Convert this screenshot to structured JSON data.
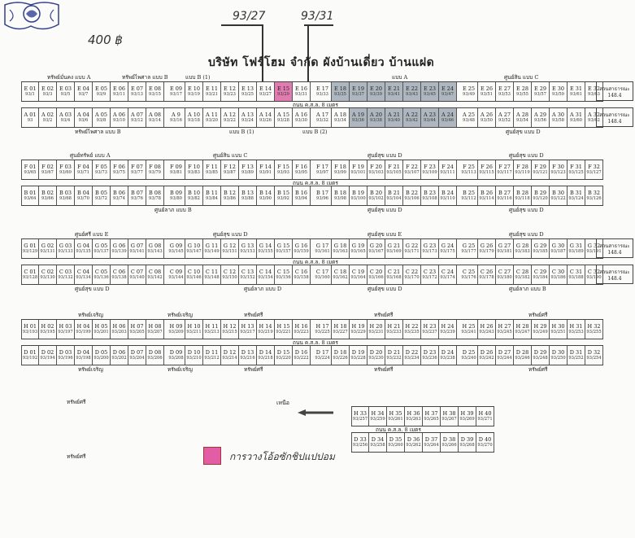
{
  "header": {
    "title": "บริษัท โฟร์โฮม จำกัด  ผังบ้านเดี่ยว บ้านแฝด",
    "handwritten_price": "400 ฿",
    "handwritten_note_1": "93/27",
    "handwritten_note_2": "93/31"
  },
  "legend": {
    "color": "#e35ca6",
    "text": "การวางโอ้อซักชิปแปปอม"
  },
  "north_label": "เหนือ",
  "road_label": "ถนน ค.ส.ล. 8 เมตร",
  "blocks": [
    {
      "top_labels": [
        "ทรัพย์มั่นคง แบบ A",
        "ทรัพย์ไพศาล แบบ B",
        "แบบ B (1)",
        "แบบ A",
        "ศูนย์สิน แบบ C"
      ],
      "rows": [
        {
          "lots": [
            "E 01",
            "E 02",
            "E 03",
            "E 04",
            "E 05",
            "E 06",
            "E 07",
            "E 08",
            "E 09",
            "E 10",
            "E 11",
            "E 12",
            "E 13",
            "E 14",
            "E 15",
            "E 16",
            "E 17",
            "E 18",
            "E 19",
            "E 20",
            "E 21",
            "E 22",
            "E 23",
            "E 24",
            "E 25",
            "E 26",
            "E 27",
            "E 28",
            "E 29",
            "E 30",
            "E 31",
            "E 32"
          ],
          "nums": [
            "93/1",
            "93/3",
            "93/5",
            "93/7",
            "93/9",
            "93/11",
            "93/13",
            "93/15",
            "93/17",
            "93/19",
            "93/21",
            "93/23",
            "93/25",
            "93/27",
            "93/29",
            "93/31",
            "93/33",
            "93/35",
            "93/37",
            "93/39",
            "93/41",
            "93/43",
            "93/45",
            "93/47",
            "93/49",
            "93/51",
            "93/53",
            "93/55",
            "93/57",
            "93/59",
            "93/61",
            "93/63"
          ]
        },
        {
          "lots": [
            "A 01",
            "A 02",
            "A 03",
            "A 04",
            "A 05",
            "A 06",
            "A 07",
            "A 08",
            "A 9",
            "A 10",
            "A 11",
            "A 12",
            "A 13",
            "A 14",
            "A 15",
            "A 16",
            "A 17",
            "A 18",
            "A 19",
            "A 20",
            "A 21",
            "A 22",
            "A 23",
            "A 24",
            "A 25",
            "A 26",
            "A 27",
            "A 28",
            "A 29",
            "A 30",
            "A 31",
            "A 32"
          ],
          "nums": [
            "93",
            "93/2",
            "93/4",
            "93/6",
            "93/8",
            "93/10",
            "93/12",
            "93/14",
            "93/16",
            "93/18",
            "93/20",
            "93/22",
            "93/24",
            "93/26",
            "93/28",
            "93/30",
            "93/32",
            "93/34",
            "93/36",
            "93/38",
            "93/40",
            "93/42",
            "93/44",
            "93/46",
            "93/48",
            "93/50",
            "93/52",
            "93/54",
            "93/56",
            "93/58",
            "93/60",
            "93/62"
          ]
        }
      ],
      "bottom_labels": [
        "ทรัพย์ไพศาล แบบ B",
        "แบบ B (1)",
        "แบบ B (2)",
        "ศูนย์สุข แบบ D"
      ],
      "side": "สวนสาธารณะ 148.4"
    },
    {
      "top_labels": [
        "ศูนย์ทรัพย์ แบบ A",
        "ศูนย์สิน แบบ C",
        "ศูนย์สุข แบบ D",
        "ศูนย์สุข แบบ D"
      ],
      "rows": [
        {
          "lots": [
            "F 01",
            "F 02",
            "F 03",
            "F 04",
            "F 05",
            "F 06",
            "F 07",
            "F 08",
            "F 09",
            "F 10",
            "F 11",
            "F 12",
            "F 13",
            "F 14",
            "F 15",
            "F 16",
            "F 17",
            "F 18",
            "F 19",
            "F 20",
            "F 21",
            "F 22",
            "F 23",
            "F 24",
            "F 25",
            "F 26",
            "F 27",
            "F 28",
            "F 29",
            "F 30",
            "F 31",
            "F 32"
          ],
          "nums": [
            "93/65",
            "93/67",
            "93/69",
            "93/71",
            "93/73",
            "93/75",
            "93/77",
            "93/79",
            "93/81",
            "93/83",
            "93/85",
            "93/87",
            "93/89",
            "93/91",
            "93/93",
            "93/95",
            "93/97",
            "93/99",
            "93/101",
            "93/103",
            "93/105",
            "93/107",
            "93/109",
            "93/111",
            "93/113",
            "93/115",
            "93/117",
            "93/119",
            "93/121",
            "93/123",
            "93/125",
            "93/127"
          ]
        },
        {
          "lots": [
            "B 01",
            "B 02",
            "B 03",
            "B 04",
            "B 05",
            "B 06",
            "B 07",
            "B 08",
            "B 09",
            "B 10",
            "B 11",
            "B 12",
            "B 13",
            "B 14",
            "B 15",
            "B 16",
            "B 17",
            "B 18",
            "B 19",
            "B 20",
            "B 21",
            "B 22",
            "B 23",
            "B 24",
            "B 25",
            "B 26",
            "B 27",
            "B 28",
            "B 29",
            "B 30",
            "B 31",
            "B 32"
          ],
          "nums": [
            "93/64",
            "93/66",
            "93/68",
            "93/70",
            "93/72",
            "93/74",
            "93/76",
            "93/78",
            "93/80",
            "93/82",
            "93/84",
            "93/86",
            "93/88",
            "93/90",
            "93/92",
            "93/94",
            "93/96",
            "93/98",
            "93/100",
            "93/102",
            "93/104",
            "93/106",
            "93/108",
            "93/110",
            "93/112",
            "93/114",
            "93/116",
            "93/118",
            "93/120",
            "93/122",
            "93/124",
            "93/126"
          ]
        }
      ],
      "bottom_labels": [
        "ศูนย์ลาภ แบบ B",
        "ศูนย์สุข แบบ D",
        "ศูนย์สุข แบบ D"
      ],
      "side": ""
    },
    {
      "top_labels": [
        "ศูนย์ศรี แบบ E",
        "ศูนย์สุข แบบ D",
        "ศูนย์สุข แบบ E",
        "ศูนย์สุข แบบ D"
      ],
      "rows": [
        {
          "lots": [
            "G 01",
            "G 02",
            "G 03",
            "G 04",
            "G 05",
            "G 06",
            "G 07",
            "G 08",
            "G 09",
            "G 10",
            "G 11",
            "G 12",
            "G 13",
            "G 14",
            "G 15",
            "G 16",
            "G 17",
            "G 18",
            "G 19",
            "G 20",
            "G 21",
            "G 22",
            "G 23",
            "G 24",
            "G 25",
            "G 26",
            "G 27",
            "G 28",
            "G 29",
            "G 30",
            "G 31",
            "G 32"
          ],
          "nums": [
            "93/129",
            "93/131",
            "93/133",
            "93/135",
            "93/137",
            "93/139",
            "93/141",
            "93/143",
            "93/145",
            "93/147",
            "93/149",
            "93/151",
            "93/153",
            "93/155",
            "93/157",
            "93/159",
            "93/161",
            "93/163",
            "93/165",
            "93/167",
            "93/169",
            "93/171",
            "93/173",
            "93/175",
            "93/177",
            "93/179",
            "93/181",
            "93/183",
            "93/185",
            "93/187",
            "93/189",
            "93/191"
          ]
        },
        {
          "lots": [
            "C 01",
            "C 02",
            "C 03",
            "C 04",
            "C 05",
            "C 06",
            "C 07",
            "C 08",
            "C 09",
            "C 10",
            "C 11",
            "C 12",
            "C 13",
            "C 14",
            "C 15",
            "C 16",
            "C 17",
            "C 18",
            "C 19",
            "C 20",
            "C 21",
            "C 22",
            "C 23",
            "C 24",
            "C 25",
            "C 26",
            "C 27",
            "C 28",
            "C 29",
            "C 30",
            "C 31",
            "C 32"
          ],
          "nums": [
            "93/128",
            "93/130",
            "93/132",
            "93/134",
            "93/136",
            "93/138",
            "93/140",
            "93/142",
            "93/144",
            "93/146",
            "93/148",
            "93/150",
            "93/152",
            "93/154",
            "93/156",
            "93/158",
            "93/160",
            "93/162",
            "93/164",
            "93/166",
            "93/168",
            "93/170",
            "93/172",
            "93/174",
            "93/176",
            "93/178",
            "93/180",
            "93/182",
            "93/184",
            "93/186",
            "93/188",
            "93/190"
          ]
        }
      ],
      "bottom_labels": [
        "ศูนย์สุข แบบ D",
        "ศูนย์ลาภ แบบ D",
        "ศูนย์สุข แบบ D",
        "ศูนย์ลาภ แบบ B"
      ],
      "side": "สวนสาธารณะ 148.4"
    },
    {
      "top_labels": [
        "ทรัพย์เจริญ",
        "ทรัพย์เจริญ",
        "ทรัพย์ศรี",
        "ทรัพย์ศรี",
        "ทรัพย์ศรี"
      ],
      "rows": [
        {
          "lots": [
            "H 01",
            "H 02",
            "H 03",
            "H 04",
            "H 05",
            "H 06",
            "H 07",
            "H 08",
            "H 09",
            "H 10",
            "H 11",
            "H 12",
            "H 13",
            "H 14",
            "H 15",
            "H 16",
            "H 17",
            "H 18",
            "H 19",
            "H 20",
            "H 21",
            "H 22",
            "H 23",
            "H 24",
            "H 25",
            "H 26",
            "H 27",
            "H 28",
            "H 29",
            "H 30",
            "H 31",
            "H 32"
          ],
          "nums": [
            "93/193",
            "93/195",
            "93/197",
            "93/199",
            "93/201",
            "93/203",
            "93/205",
            "93/207",
            "93/209",
            "93/211",
            "93/213",
            "93/215",
            "93/217",
            "93/219",
            "93/221",
            "93/223",
            "93/225",
            "93/227",
            "93/229",
            "93/231",
            "93/233",
            "93/235",
            "93/237",
            "93/239",
            "93/241",
            "93/243",
            "93/245",
            "93/247",
            "93/249",
            "93/251",
            "93/253",
            "93/255"
          ]
        },
        {
          "lots": [
            "D 01",
            "D 02",
            "D 03",
            "D 04",
            "D 05",
            "D 06",
            "D 07",
            "D 08",
            "D 09",
            "D 10",
            "D 11",
            "D 12",
            "D 13",
            "D 14",
            "D 15",
            "D 16",
            "D 17",
            "D 18",
            "D 19",
            "D 20",
            "D 21",
            "D 22",
            "D 23",
            "D 24",
            "D 25",
            "D 26",
            "D 27",
            "D 28",
            "D 29",
            "D 30",
            "D 31",
            "D 32"
          ],
          "nums": [
            "93/192",
            "93/194",
            "93/196",
            "93/198",
            "93/200",
            "93/202",
            "93/204",
            "93/206",
            "93/208",
            "93/210",
            "93/212",
            "93/214",
            "93/216",
            "93/218",
            "93/220",
            "93/222",
            "93/224",
            "93/226",
            "93/228",
            "93/230",
            "93/232",
            "93/234",
            "93/236",
            "93/238",
            "93/240",
            "93/242",
            "93/244",
            "93/246",
            "93/248",
            "93/250",
            "93/252",
            "93/254"
          ]
        }
      ],
      "bottom_labels": [
        "ทรัพย์เจริญ",
        "ทรัพย์เจริญ",
        "ทรัพย์ศรี",
        "ทรัพย์ศรี",
        "ทรัพย์ศรี"
      ],
      "side": ""
    },
    {
      "top_labels": [
        "ทรัพย์ศรี"
      ],
      "rows": [
        {
          "lots": [
            "H 33",
            "H 34",
            "H 35",
            "H 36",
            "H 37",
            "H 38",
            "H 39",
            "H 40"
          ],
          "nums": [
            "93/257",
            "93/259",
            "93/261",
            "93/263",
            "93/265",
            "93/267",
            "93/269",
            "93/271"
          ]
        },
        {
          "lots": [
            "D 33",
            "D 34",
            "D 35",
            "D 36",
            "D 37",
            "D 38",
            "D 39",
            "D 40"
          ],
          "nums": [
            "93/256",
            "93/258",
            "93/260",
            "93/262",
            "93/264",
            "93/266",
            "93/268",
            "93/270"
          ]
        }
      ],
      "bottom_labels": [
        "ทรัพย์ศรี"
      ],
      "side": ""
    }
  ]
}
